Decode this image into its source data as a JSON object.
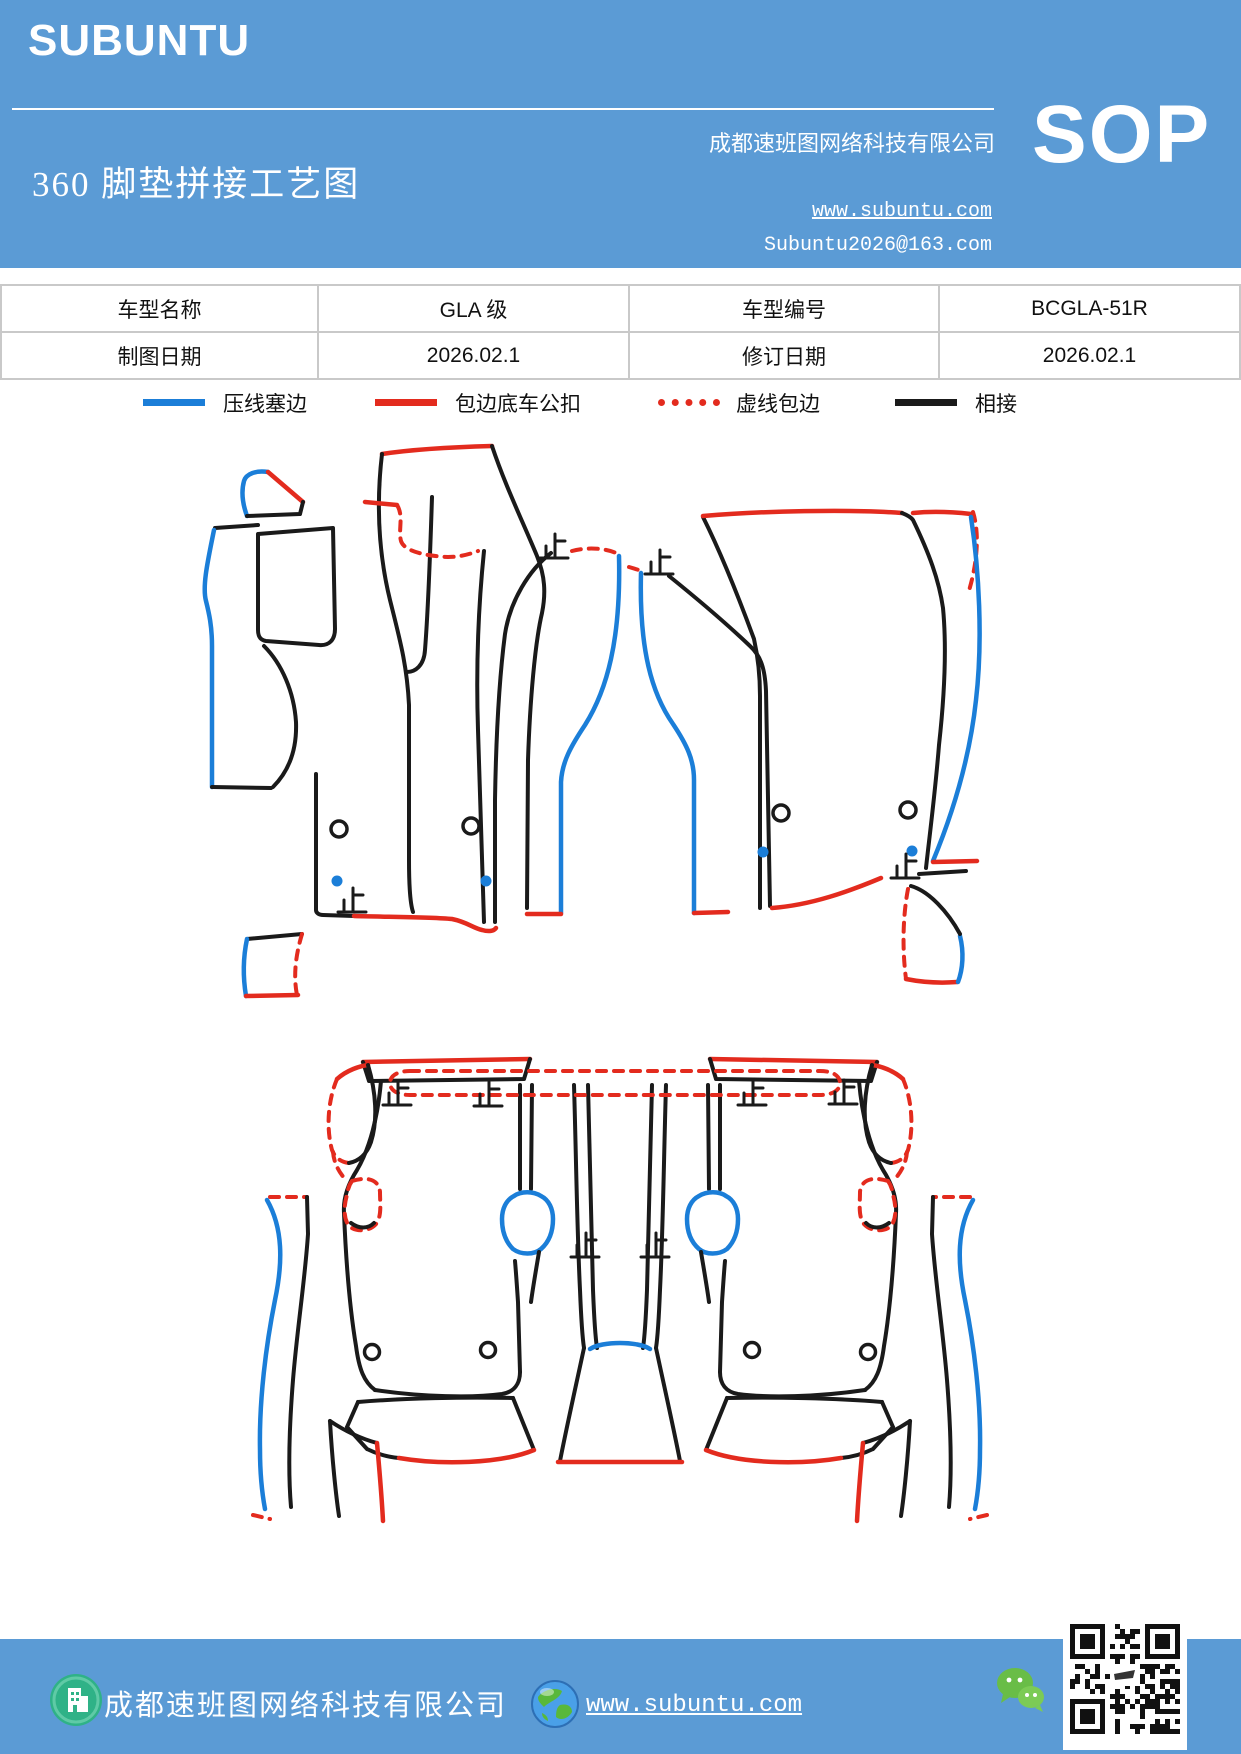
{
  "header": {
    "logo": "SUBUNTU",
    "company": "成都速班图网络科技有限公司",
    "title": "360 脚垫拼接工艺图",
    "website": "www.subuntu.com",
    "email": "Subuntu2026@163.com",
    "badge": "SOP",
    "bg_color": "#5b9bd5"
  },
  "info_table": {
    "rows": [
      {
        "c1": "车型名称",
        "c2": "GLA 级",
        "c3": "车型编号",
        "c4": "BCGLA-51R"
      },
      {
        "c1": "制图日期",
        "c2": "2026.02.1",
        "c3": "修订日期",
        "c4": "2026.02.1"
      }
    ]
  },
  "legend": {
    "items": [
      {
        "label": "压线塞边",
        "style": "solid",
        "color": "#1b7ed8"
      },
      {
        "label": "包边底车公扣",
        "style": "solid",
        "color": "#e32b1e"
      },
      {
        "label": "虚线包边",
        "style": "dashed",
        "color": "#e32b1e"
      },
      {
        "label": "相接",
        "style": "solid",
        "color": "#1a1a1a"
      }
    ]
  },
  "diagram": {
    "stop_mark_symbol": "止",
    "line_colors": {
      "press_edge": "#1b7ed8",
      "bind_edge": "#e32b1e",
      "dashed_bind": "#e32b1e",
      "join": "#1a1a1a"
    }
  },
  "footer": {
    "company": "成都速班图网络科技有限公司",
    "website": "www.subuntu.com",
    "bg_color": "#5b9bd5"
  }
}
